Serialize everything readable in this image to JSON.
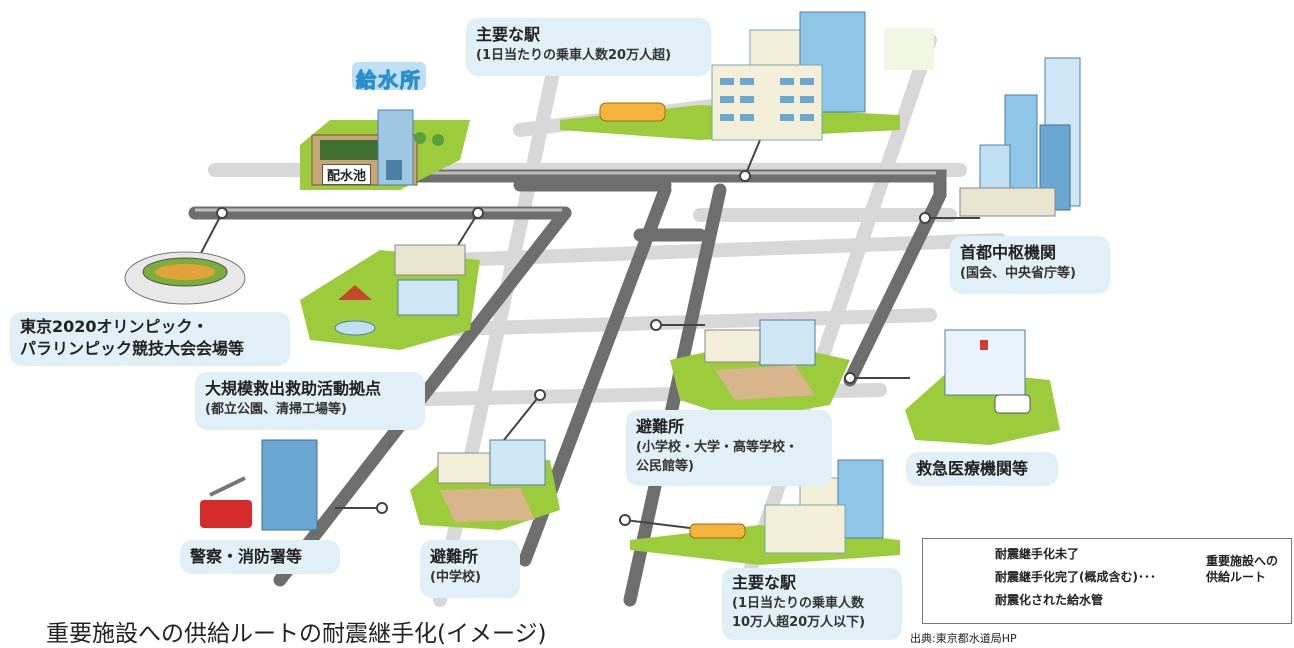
{
  "labels": {
    "water_plant": "給水所",
    "reservoir": "配水池",
    "station_major": {
      "title": "主要な駅",
      "sub": "(1日当たりの乗車人数20万人超)"
    },
    "gov": {
      "title": "首都中枢機関",
      "sub": "(国会、中央省庁等)"
    },
    "olympic": {
      "line1": "東京2020オリンピック・",
      "line2": "パラリンピック競技大会会場等"
    },
    "rescue": {
      "title": "大規模救出救助活動拠点",
      "sub": "(都立公園、清掃工場等)"
    },
    "shelter_school": {
      "title": "避難所",
      "sub1": "(小学校・大学・高等学校・",
      "sub2": "公民館等)"
    },
    "medical": "救急医療機関等",
    "police": "警察・消防署等",
    "shelter_jhs": {
      "title": "避難所",
      "sub": "(中学校)"
    },
    "station_minor": {
      "title": "主要な駅",
      "sub1": "(1日当たりの乗車人数",
      "sub2": "10万人超20万人以下)"
    }
  },
  "legend": {
    "not_done": "耐震継手化未了",
    "done": "耐震継手化完了(概成含む)･･･",
    "pipe": "耐震化された給水管",
    "route_line1": "重要施設への",
    "route_line2": "供給ルート"
  },
  "caption": "重要施設への供給ルートの耐震継手化(イメージ)",
  "source": "出典:東京都水道局HP",
  "colors": {
    "pipe_done": "#6e6e6e",
    "pipe_pending": "#d6d6d6",
    "label_bg": "#e1f0f7",
    "water_plant_badge": "#4aa8dc",
    "grass": "#9ccc3c",
    "building_blue": "#8fc6e8",
    "building_cream": "#f3eed7"
  }
}
